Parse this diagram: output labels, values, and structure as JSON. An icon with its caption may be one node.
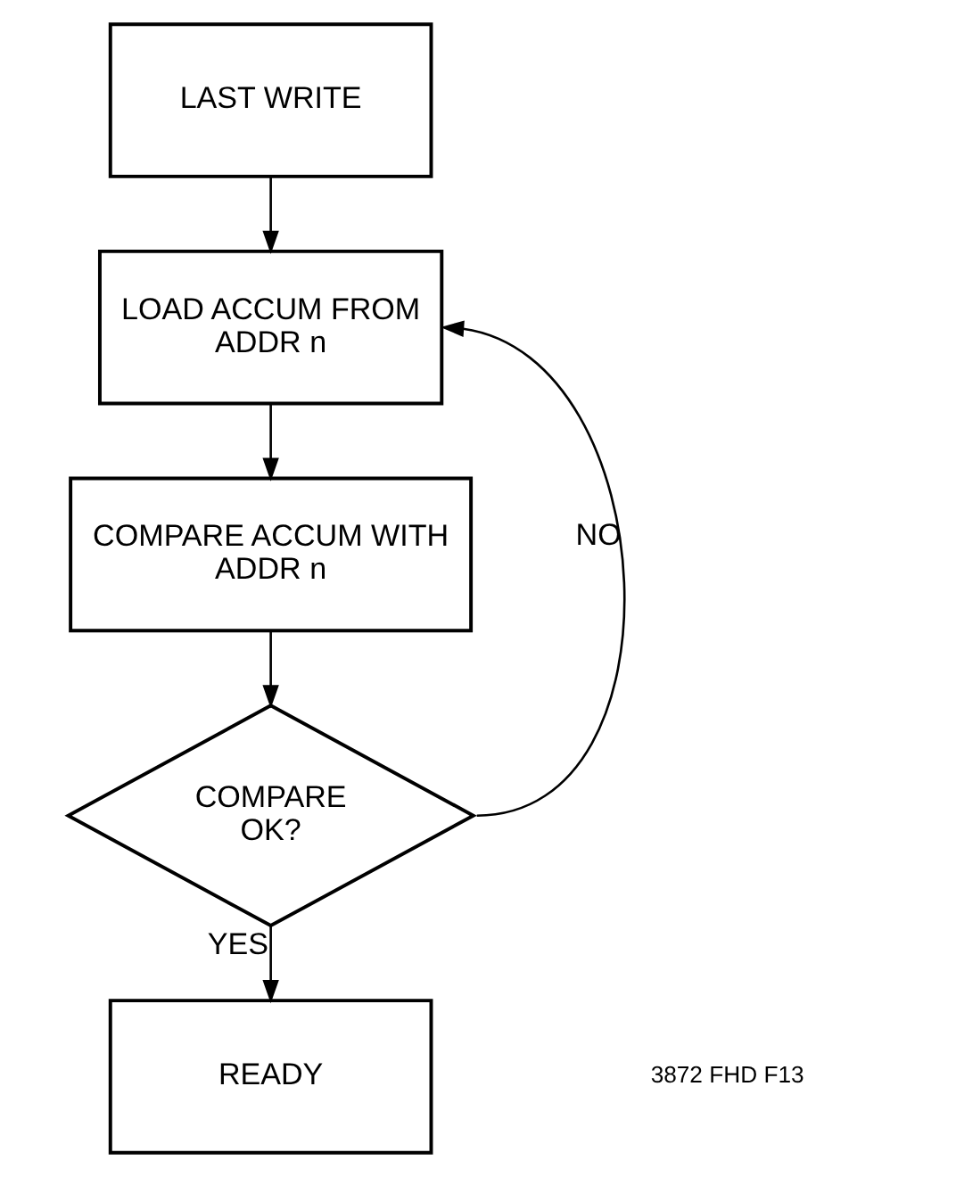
{
  "diagram": {
    "nodes": [
      {
        "text": [
          "LAST WRITE"
        ]
      },
      {
        "text": [
          "LOAD ACCUM FROM ADDR n"
        ]
      },
      {
        "text": [
          "COMPARE ACCUM WITH ADDR n"
        ]
      },
      {
        "text": [
          "COMPARE OK?"
        ]
      },
      {
        "text": [
          "READY"
        ]
      }
    ],
    "edges": [
      {
        "from": 0,
        "to": 1,
        "arrow": "to"
      },
      {
        "from": 1,
        "to": 2,
        "arrow": "to"
      },
      {
        "from": 2,
        "to": 3,
        "arrow": "to"
      },
      {
        "from": 3,
        "to": 1,
        "arrow": "to",
        "label": "NO"
      },
      {
        "from": 3,
        "to": 4,
        "arrow": "to",
        "label": "YES"
      }
    ],
    "labels": [
      "3872 FHD F13"
    ]
  }
}
